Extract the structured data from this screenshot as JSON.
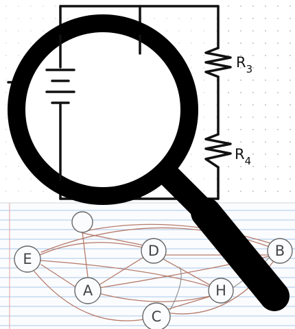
{
  "circuit": {
    "polarity_minus": "-",
    "resistor_labels": [
      {
        "id": "r1",
        "base": "R",
        "sub": ""
      },
      {
        "id": "r2",
        "base": "R",
        "sub": ""
      },
      {
        "id": "r3",
        "base": "R",
        "sub": "3"
      },
      {
        "id": "r4",
        "base": "R",
        "sub": "4"
      }
    ]
  },
  "graph": {
    "nodes": [
      {
        "id": "E",
        "label": "E"
      },
      {
        "id": "top",
        "label": ""
      },
      {
        "id": "D",
        "label": "D"
      },
      {
        "id": "B",
        "label": "B"
      },
      {
        "id": "A",
        "label": "A"
      },
      {
        "id": "H",
        "label": "H"
      },
      {
        "id": "C",
        "label": "C"
      }
    ]
  },
  "icon": {
    "name": "magnifying-glass-icon"
  },
  "colors": {
    "ink": "#111111",
    "pencil": "#555555",
    "graph_edge": "#b57a6a",
    "graph_edge_alt": "#8a8a8a",
    "dot_grid": "#b9c0c7",
    "paper_rule": "#a9c7e8",
    "paper_margin": "#e7a0a0",
    "lens": "#000000"
  }
}
